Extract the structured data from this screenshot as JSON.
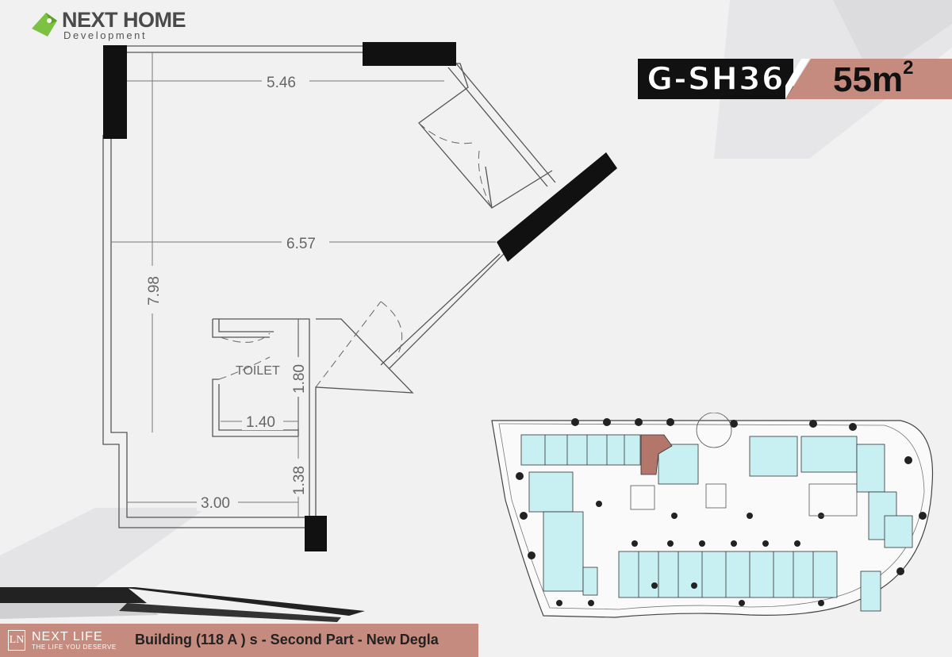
{
  "brand": {
    "name": "NEXT HOME",
    "tagline": "Development",
    "green": "#7dc142"
  },
  "unit": {
    "code": "G-SH36",
    "area": "55m",
    "area_sup": "2",
    "accent": "#c58b7f"
  },
  "plan": {
    "dims": {
      "top_width": "5.46",
      "mid_width": "6.57",
      "height": "7.98",
      "toilet_height": "1.80",
      "toilet_width": "1.40",
      "lower_height": "1.38",
      "bottom_width": "3.00"
    },
    "room_label": "TOILET"
  },
  "footer": {
    "logo_text": "NEXT LIFE",
    "logo_tag": "THE LIFE YOU DESERVE",
    "logo_mark": "LN",
    "title": "Building (118 A ) s - Second Part - New Degla"
  }
}
